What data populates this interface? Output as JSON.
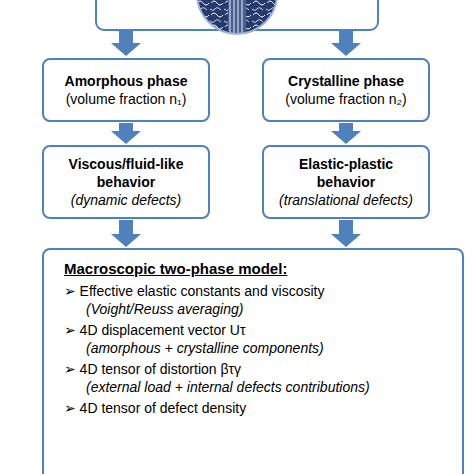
{
  "diagram": {
    "nodes": [
      {
        "text": [
          "Amorphous phase",
          "(volume fraction n₁)"
        ]
      },
      {
        "text": [
          "Crystalline phase",
          "(volume fraction n₂)"
        ]
      },
      {
        "text": [
          "Viscous/fluid-like behavior",
          "(dynamic defects)"
        ]
      },
      {
        "text": [
          "Elastic-plastic behavior",
          "(translational defects)"
        ]
      },
      {
        "text": [
          "Macroscopic two-phase model:",
          "➢ Effective elastic constants and viscosity",
          "(Voight/Reuss averaging)",
          "➢ 4D displacement vector Uτ",
          "(amorphous + crystalline components)",
          "➢ 4D tensor of distortion βτγ",
          "(external load + internal defects contributions)",
          "➢ 4D tensor of defect density"
        ]
      }
    ],
    "edges": [
      {
        "from": 0,
        "to": 2,
        "arrow": "to"
      },
      {
        "from": 1,
        "to": 3,
        "arrow": "to"
      },
      {
        "from": 2,
        "to": 4,
        "arrow": "to"
      },
      {
        "from": 3,
        "to": 4,
        "arrow": "to"
      }
    ]
  }
}
